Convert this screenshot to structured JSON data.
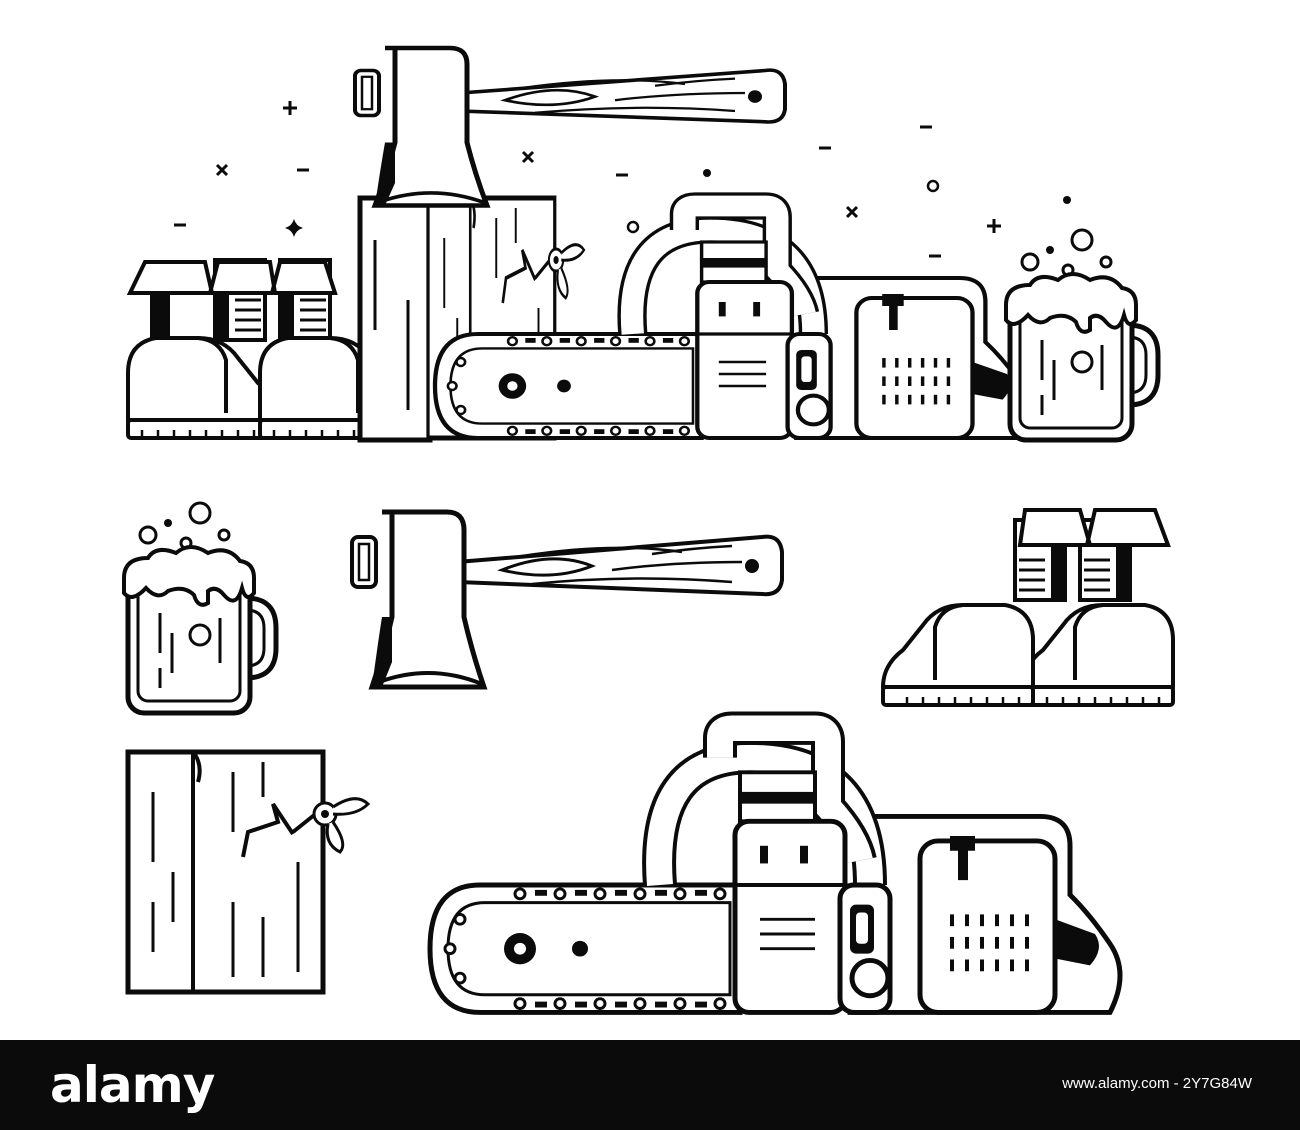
{
  "illustration": {
    "style": "black line art on white background",
    "ink_color": "#0b0b0b",
    "paper_color": "#ffffff",
    "composite_group": [
      "boots",
      "axe-in-stump",
      "chainsaw",
      "beer-mug"
    ],
    "separate_icons": [
      "beer-mug",
      "axe",
      "boots",
      "wood-stump",
      "chainsaw"
    ]
  },
  "footer": {
    "background": "#0b0b0b",
    "brand": "alamy",
    "caption": "",
    "image_id": "www.alamy.com - 2Y7G84W"
  }
}
